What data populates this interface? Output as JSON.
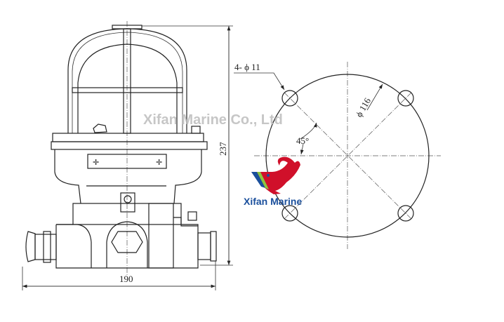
{
  "drawing": {
    "width_dimension": "190",
    "height_dimension": "237",
    "hole_callout": "4- ϕ 11",
    "bolt_circle_diameter": "ϕ 116",
    "angle": "45°"
  },
  "watermark": "Xifan Marine Co., Ltd",
  "logo": {
    "text": "Xifan Marine",
    "colors": {
      "whale": "#d0102a",
      "stripe_blue": "#1a4f9c",
      "stripe_green": "#8cc63f",
      "text": "#1a4f9c"
    }
  }
}
